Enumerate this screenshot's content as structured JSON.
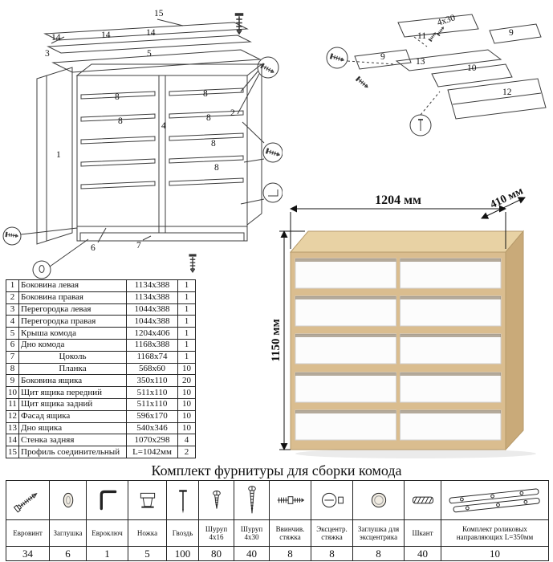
{
  "title": "Комплект фурнитуры для сборки комода",
  "dimensions": {
    "width": "1204 мм",
    "depth": "410 мм",
    "height": "1150 мм"
  },
  "parts_table": {
    "rows": [
      {
        "num": "1",
        "name": "Боковина левая",
        "size": "1134x388",
        "qty": "1"
      },
      {
        "num": "2",
        "name": "Боковина правая",
        "size": "1134x388",
        "qty": "1"
      },
      {
        "num": "3",
        "name": "Перегородка левая",
        "size": "1044x388",
        "qty": "1"
      },
      {
        "num": "4",
        "name": "Перегородка правая",
        "size": "1044x388",
        "qty": "1"
      },
      {
        "num": "5",
        "name": "Крыша комода",
        "size": "1204x406",
        "qty": "1"
      },
      {
        "num": "6",
        "name": "Дно комода",
        "size": "1168x388",
        "qty": "1"
      },
      {
        "num": "7",
        "name": "Цоколь",
        "size": "1168x74",
        "qty": "1"
      },
      {
        "num": "8",
        "name": "Планка",
        "size": "568x60",
        "qty": "10"
      },
      {
        "num": "9",
        "name": "Боковина ящика",
        "size": "350x110",
        "qty": "20"
      },
      {
        "num": "10",
        "name": "Щит ящика передний",
        "size": "511x110",
        "qty": "10"
      },
      {
        "num": "11",
        "name": "Щит ящика задний",
        "size": "511x110",
        "qty": "10"
      },
      {
        "num": "12",
        "name": "Фасад ящика",
        "size": "596x170",
        "qty": "10"
      },
      {
        "num": "13",
        "name": "Дно ящика",
        "size": "540x346",
        "qty": "10"
      },
      {
        "num": "14",
        "name": "Стенка задняя",
        "size": "1070x298",
        "qty": "4"
      },
      {
        "num": "15",
        "name": "Профиль соединительный",
        "size": "L=1042мм",
        "qty": "2"
      }
    ]
  },
  "hardware": {
    "items": [
      {
        "name": "Евровинт",
        "qty": "34",
        "icon": "eurovint-icon"
      },
      {
        "name": "Заглушка",
        "qty": "6",
        "icon": "cap-icon"
      },
      {
        "name": "Евроключ",
        "qty": "1",
        "icon": "hexkey-icon"
      },
      {
        "name": "Ножка",
        "qty": "5",
        "icon": "leg-icon"
      },
      {
        "name": "Гвоздь",
        "qty": "100",
        "icon": "nail-icon"
      },
      {
        "name": "Шуруп 4x16",
        "qty": "80",
        "icon": "screw-4x16-icon"
      },
      {
        "name": "Шуруп 4x30",
        "qty": "40",
        "icon": "screw-4x30-icon"
      },
      {
        "name": "Ввинчив. стяжка",
        "qty": "8",
        "icon": "screw-in-fitting-icon"
      },
      {
        "name": "Эксцентр. стяжка",
        "qty": "8",
        "icon": "eccentric-cam-icon"
      },
      {
        "name": "Заглушка для эксцентрика",
        "qty": "8",
        "icon": "eccentric-cap-icon"
      },
      {
        "name": "Шкант",
        "qty": "40",
        "icon": "dowel-icon"
      },
      {
        "name": "Комплект роликовых направляющих L=350мм",
        "qty": "10",
        "icon": "drawer-slides-icon"
      }
    ]
  },
  "frame_diagram": {
    "labels": [
      "15",
      "14",
      "14",
      "14",
      "5",
      "3",
      "8",
      "8",
      "8",
      "8",
      "8",
      "8",
      "2",
      "4",
      "1",
      "6",
      "7"
    ]
  },
  "drawer_diagram": {
    "labels": [
      "11",
      "4x30",
      "9",
      "9",
      "13",
      "10",
      "12"
    ]
  },
  "colors": {
    "wood_top": "#e8d2a4",
    "wood_front": "#dabd8f",
    "wood_side": "#c9aa79",
    "drawer_white": "#fcfcfc"
  }
}
